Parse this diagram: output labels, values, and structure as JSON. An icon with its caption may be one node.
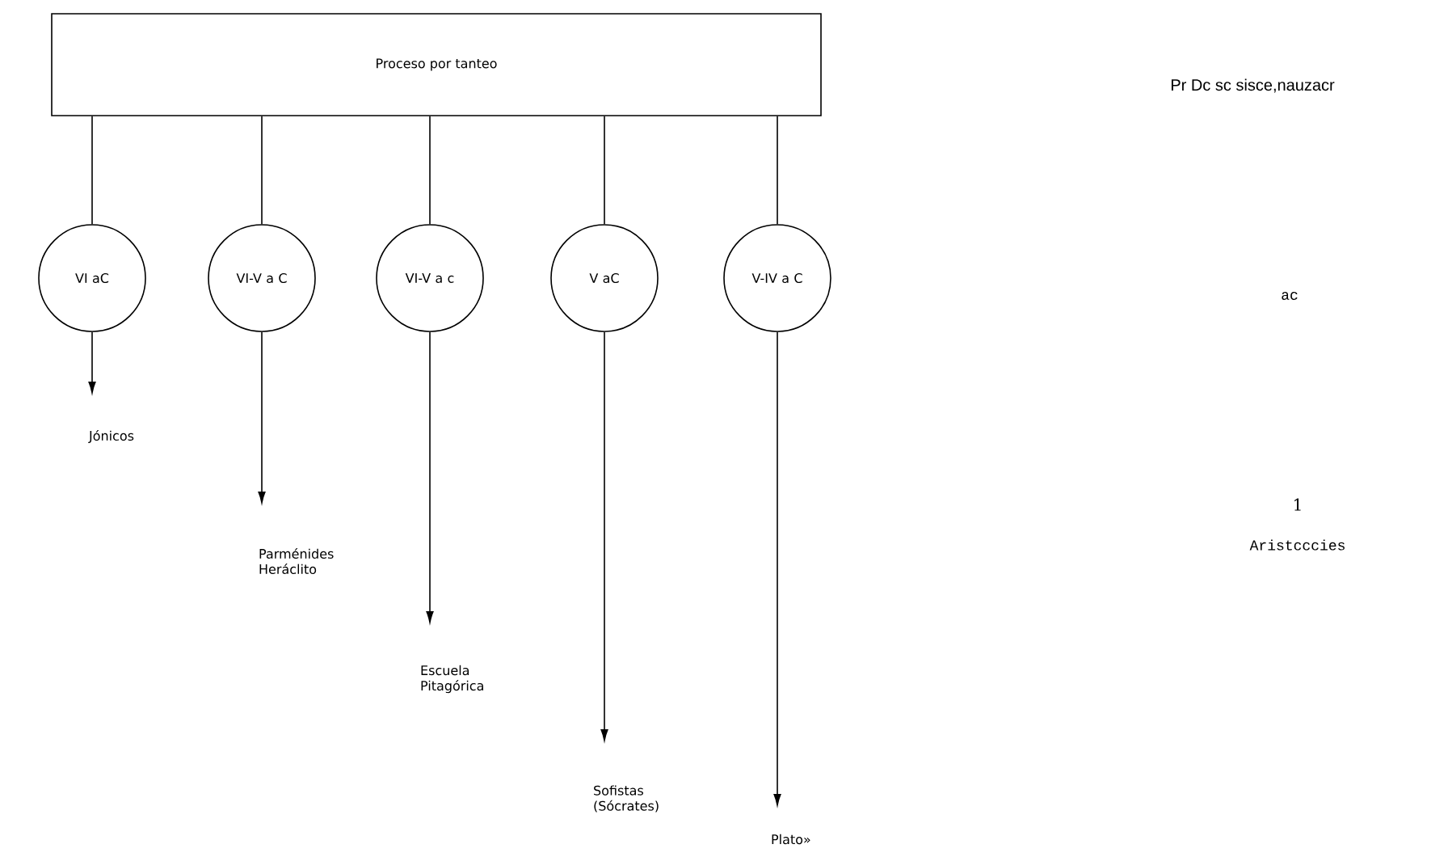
{
  "diagram": {
    "nodes": [
      {
        "text": [
          "Proceso por tanteo"
        ]
      },
      {
        "text": [
          "VI aC"
        ]
      },
      {
        "text": [
          "VI-V a C"
        ]
      },
      {
        "text": [
          "VI-V a c"
        ]
      },
      {
        "text": [
          "V aC"
        ]
      },
      {
        "text": [
          "V-IV a C"
        ]
      },
      {
        "text": [
          "Jónicos"
        ]
      },
      {
        "text": [
          "Parménides Heráclito"
        ]
      },
      {
        "text": [
          "Escuela Pitagórica"
        ]
      },
      {
        "text": [
          "Sofistas (Sócrates)"
        ]
      },
      {
        "text": [
          "Plato»"
        ]
      }
    ],
    "edges": [
      {
        "from": 0,
        "to": 1,
        "arrow": "none"
      },
      {
        "from": 0,
        "to": 2,
        "arrow": "none"
      },
      {
        "from": 0,
        "to": 3,
        "arrow": "none"
      },
      {
        "from": 0,
        "to": 4,
        "arrow": "none"
      },
      {
        "from": 0,
        "to": 5,
        "arrow": "none"
      },
      {
        "from": 1,
        "to": 6,
        "arrow": "to"
      },
      {
        "from": 2,
        "to": 7,
        "arrow": "to"
      },
      {
        "from": 3,
        "to": 8,
        "arrow": "to"
      },
      {
        "from": 4,
        "to": 9,
        "arrow": "to"
      },
      {
        "from": 5,
        "to": 10,
        "arrow": "to"
      }
    ],
    "labels": [
      "Pr Dc sc sisce,nauzacr",
      "ac",
      "1",
      "Aristcccies"
    ]
  }
}
